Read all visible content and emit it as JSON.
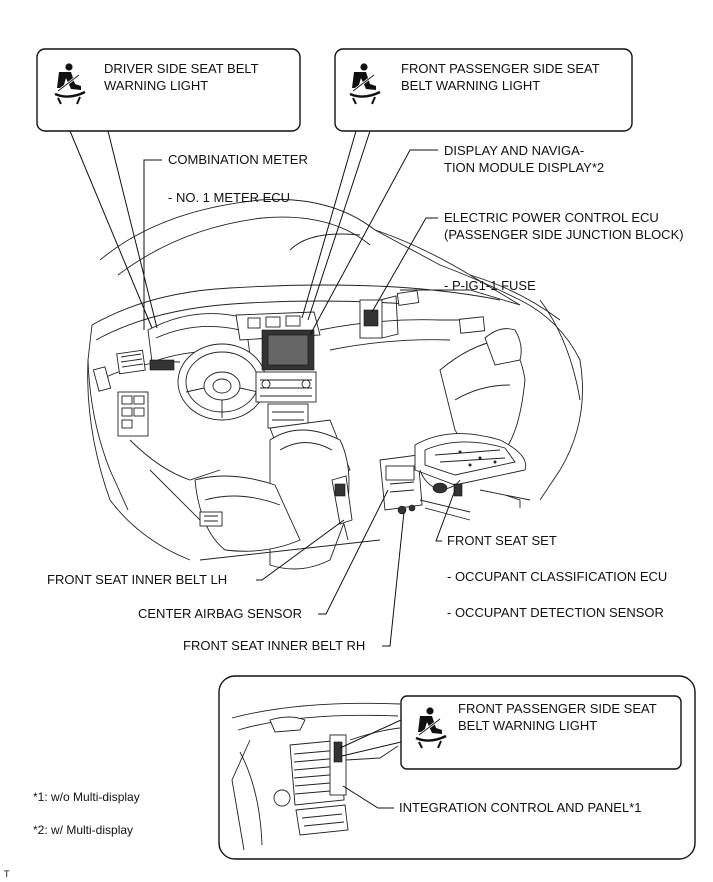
{
  "callouts": {
    "driver_light": [
      "DRIVER SIDE SEAT BELT",
      "WARNING LIGHT"
    ],
    "passenger_light": [
      "FRONT PASSENGER SIDE SEAT",
      "BELT WARNING LIGHT"
    ],
    "passenger_light_inset": [
      "FRONT PASSENGER SIDE SEAT",
      "BELT WARNING LIGHT"
    ]
  },
  "labels": {
    "combination_meter": "COMBINATION METER",
    "meter_ecu": "- NO. 1 METER ECU",
    "display_nav": [
      "DISPLAY AND NAVIGA-",
      "TION MODULE DISPLAY*2"
    ],
    "power_ecu": [
      "ELECTRIC POWER CONTROL ECU",
      "(PASSENGER SIDE JUNCTION BLOCK)"
    ],
    "fuse": "- P-IG1-1 FUSE",
    "front_seat_set": "FRONT SEAT SET",
    "occupant_classification": "- OCCUPANT CLASSIFICATION ECU",
    "occupant_detection": "- OCCUPANT DETECTION SENSOR",
    "inner_belt_lh": "FRONT SEAT INNER BELT LH",
    "center_airbag": "CENTER AIRBAG SENSOR",
    "inner_belt_rh": "FRONT SEAT INNER BELT RH",
    "integration_panel": "INTEGRATION CONTROL AND PANEL*1"
  },
  "notes": {
    "note1": "*1: w/o Multi-display",
    "note2": "*2: w/ Multi-display",
    "corner": "T"
  },
  "icons": [
    "seat-belt-warning-icon"
  ]
}
